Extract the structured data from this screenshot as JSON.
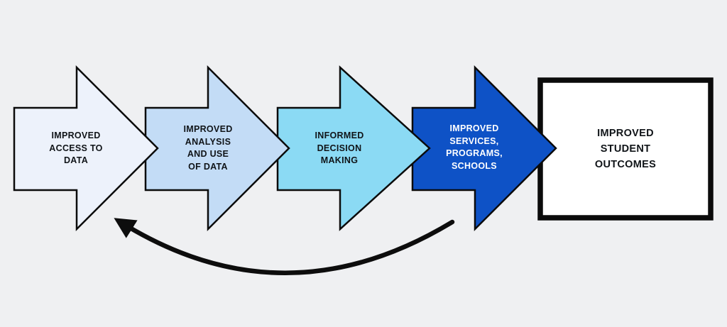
{
  "page": {
    "background_color": "#EFF0F2",
    "outline_color": "#0B0B0B",
    "text_color_dark": "#101418",
    "text_color_light": "#FFFFFF"
  },
  "stages": [
    {
      "name": "improved-access-to-data",
      "fill": "#EDF2FB",
      "label_lines": [
        "IMPROVED",
        "ACCESS TO",
        "DATA"
      ]
    },
    {
      "name": "improved-analysis-and-use-of-data",
      "fill": "#C3DCF6",
      "label_lines": [
        "IMPROVED",
        "ANALYSIS",
        "AND USE",
        "OF DATA"
      ]
    },
    {
      "name": "informed-decision-making",
      "fill": "#8BDAF4",
      "label_lines": [
        "INFORMED",
        "DECISION",
        "MAKING"
      ]
    },
    {
      "name": "improved-services-programs-schools",
      "fill": "#0E52C6",
      "label_lines": [
        "IMPROVED",
        "SERVICES,",
        "PROGRAMS,",
        "SCHOOLS"
      ]
    }
  ],
  "outcome_box": {
    "name": "improved-student-outcomes",
    "fill": "#FFFFFF",
    "border_color": "#0B0B0B",
    "label_lines": [
      "IMPROVED",
      "STUDENT",
      "OUTCOMES"
    ]
  },
  "feedback_arrow": {
    "name": "feedback-loop-arrow",
    "color": "#0D0D0D"
  }
}
